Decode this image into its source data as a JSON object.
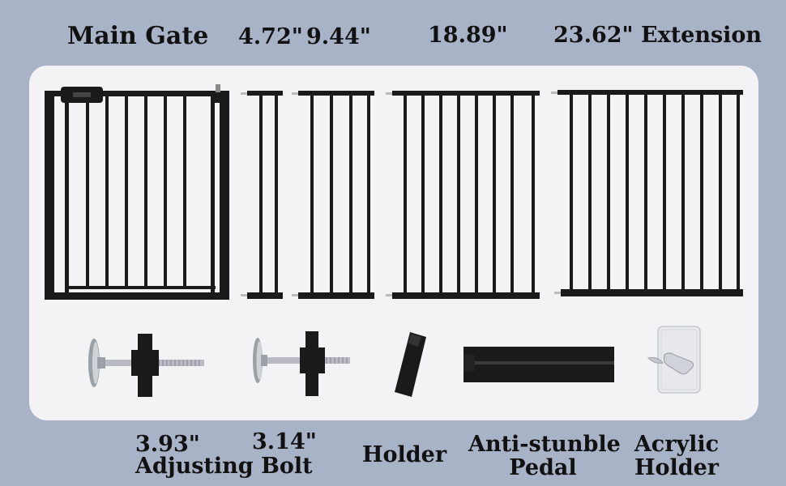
{
  "top_labels": {
    "main_gate": "Main Gate",
    "ext_472": "4.72\"",
    "ext_944": "9.44\"",
    "ext_1889": "18.89\"",
    "ext_2362": "23.62\" Extension"
  },
  "bottom_labels": {
    "bolt_393": "3.93\"",
    "bolt_314": "3.14\"",
    "adjusting_bolt": "Adjusting Bolt",
    "holder": "Holder",
    "pedal_line1": "Anti-stunble",
    "pedal_line2": "Pedal",
    "acrylic_line1": "Acrylic",
    "acrylic_line2": "Holder"
  },
  "colors": {
    "background": "#a9b3c7",
    "panel": "#f3f3f5",
    "metal": "#1a1a1a",
    "bolt_steel": "#b8bcc2"
  },
  "icons": [
    "gate-icon",
    "extension-icon",
    "adjusting-bolt-icon",
    "holder-icon",
    "pedal-icon",
    "acrylic-holder-icon"
  ]
}
